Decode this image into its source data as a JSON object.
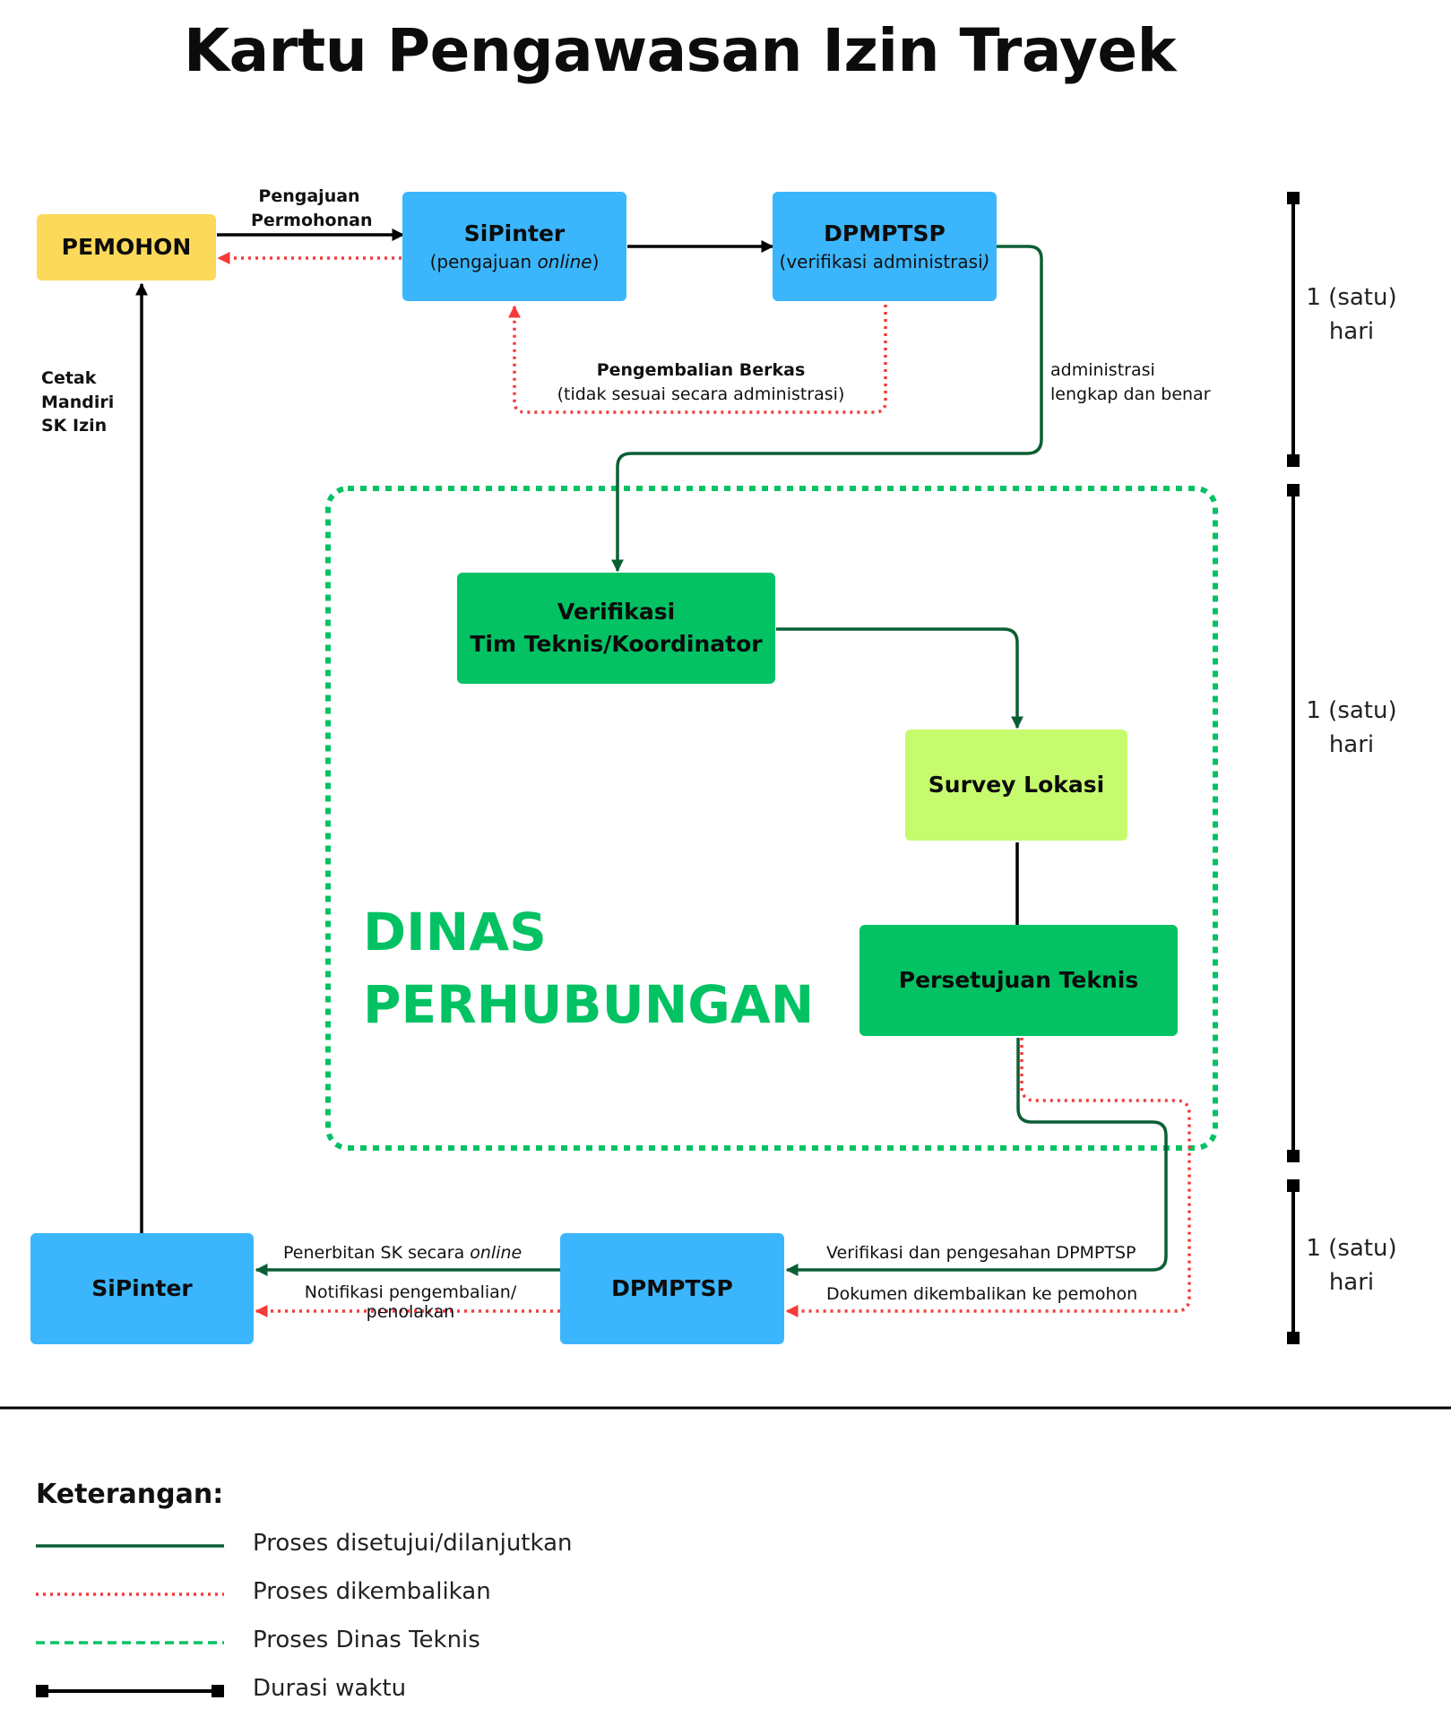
{
  "title": "Kartu Pengawasan Izin Trayek",
  "nodes": {
    "pemohon": "PEMOHON",
    "sipinter_top": {
      "main": "SiPinter",
      "sub_pre": "(pengajuan ",
      "sub_em": "online",
      "sub_post": ")"
    },
    "dpmptsp_top": {
      "main": "DPMPTSP",
      "sub_pre": "(verifikasi administrasi",
      "sub_em": ")"
    },
    "verifikasi": {
      "line1": "Verifikasi",
      "line2": "Tim Teknis/Koordinator"
    },
    "survey": "Survey Lokasi",
    "persetujuan": "Persetujuan Teknis",
    "dpmptsp_bottom": "DPMPTSP",
    "sipinter_bottom": "SiPinter"
  },
  "group_label": {
    "line1": "DINAS",
    "line2": "PERHUBUNGAN"
  },
  "edge_labels": {
    "pengajuan": {
      "line1": "Pengajuan",
      "line2": "Permohonan"
    },
    "pengembalian": {
      "line1": "Pengembalian Berkas",
      "line2": "(tidak sesuai secara administrasi)"
    },
    "administrasi": {
      "line1": "administrasi",
      "line2": "lengkap dan benar"
    },
    "cetak": {
      "line1": "Cetak",
      "line2": "Mandiri",
      "line3": "SK Izin"
    },
    "penerbitan": {
      "pre": "Penerbitan SK secara ",
      "em": "online"
    },
    "notifikasi": {
      "line1": "Notifikasi pengembalian/",
      "line2": "penolakan"
    },
    "verifikasi_pengesahan": "Verifikasi dan pengesahan DPMPTSP",
    "dokumen": "Dokumen dikembalikan ke pemohon"
  },
  "durations": [
    {
      "line1": "1 (satu)",
      "line2": "hari"
    },
    {
      "line1": "1 (satu)",
      "line2": "hari"
    },
    {
      "line1": "1 (satu)",
      "line2": "hari"
    }
  ],
  "legend": {
    "title": "Keterangan:",
    "items": [
      {
        "label": "Proses disetujui/dilanjutkan",
        "style": "solid",
        "color": "#0b5e34"
      },
      {
        "label": "Proses dikembalikan",
        "style": "dotted",
        "color": "#f53a3a"
      },
      {
        "label": "Proses Dinas Teknis",
        "style": "dashed",
        "color": "#03c263"
      },
      {
        "label": "Durasi waktu",
        "style": "endpoints",
        "color": "#000000"
      }
    ]
  },
  "colors": {
    "approved": "#0b5e34",
    "returned": "#f53a3a",
    "dinas": "#03c263",
    "blue_box": "#3bb6fc",
    "yellow_box": "#fcd95a",
    "lime_box": "#c6fb6e"
  }
}
